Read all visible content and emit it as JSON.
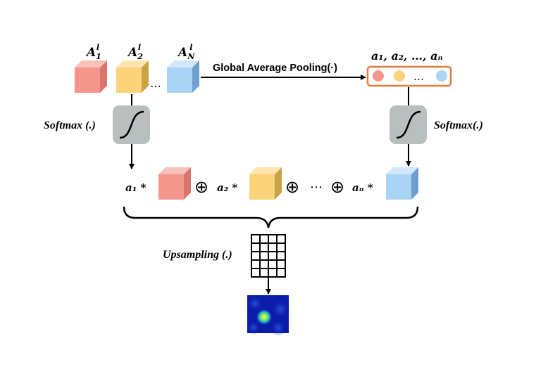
{
  "colors": {
    "red": "#f4968b",
    "yellow": "#fcd27a",
    "blue": "#a9d4f5",
    "box_border": "#e57a3e",
    "softmax_box": "#b9bfbf",
    "heatmap_bg": "#0a1ca8"
  },
  "top": {
    "labels": [
      "A",
      "A",
      "A"
    ],
    "subscripts": [
      "1",
      "2",
      "N"
    ],
    "superscript": "l",
    "ellipsis": "…",
    "gap_label": "Global Average Pooling(·)"
  },
  "vector": {
    "label": "a₁, a₂, …, aₙ",
    "ellipsis": "…"
  },
  "softmax": {
    "left_label": "Softmax (.)",
    "right_label": "Softmax(.)"
  },
  "weighted_sum": {
    "coef_1": "a₁ *",
    "coef_2": "a₂ *",
    "coef_n": "aₙ *",
    "plus": "⊕",
    "ellipsis": "⋯"
  },
  "upsampling": {
    "label": "Upsampling (.)"
  },
  "icons": [
    "sigmoid-icon",
    "grid-icon",
    "heatmap-icon"
  ]
}
